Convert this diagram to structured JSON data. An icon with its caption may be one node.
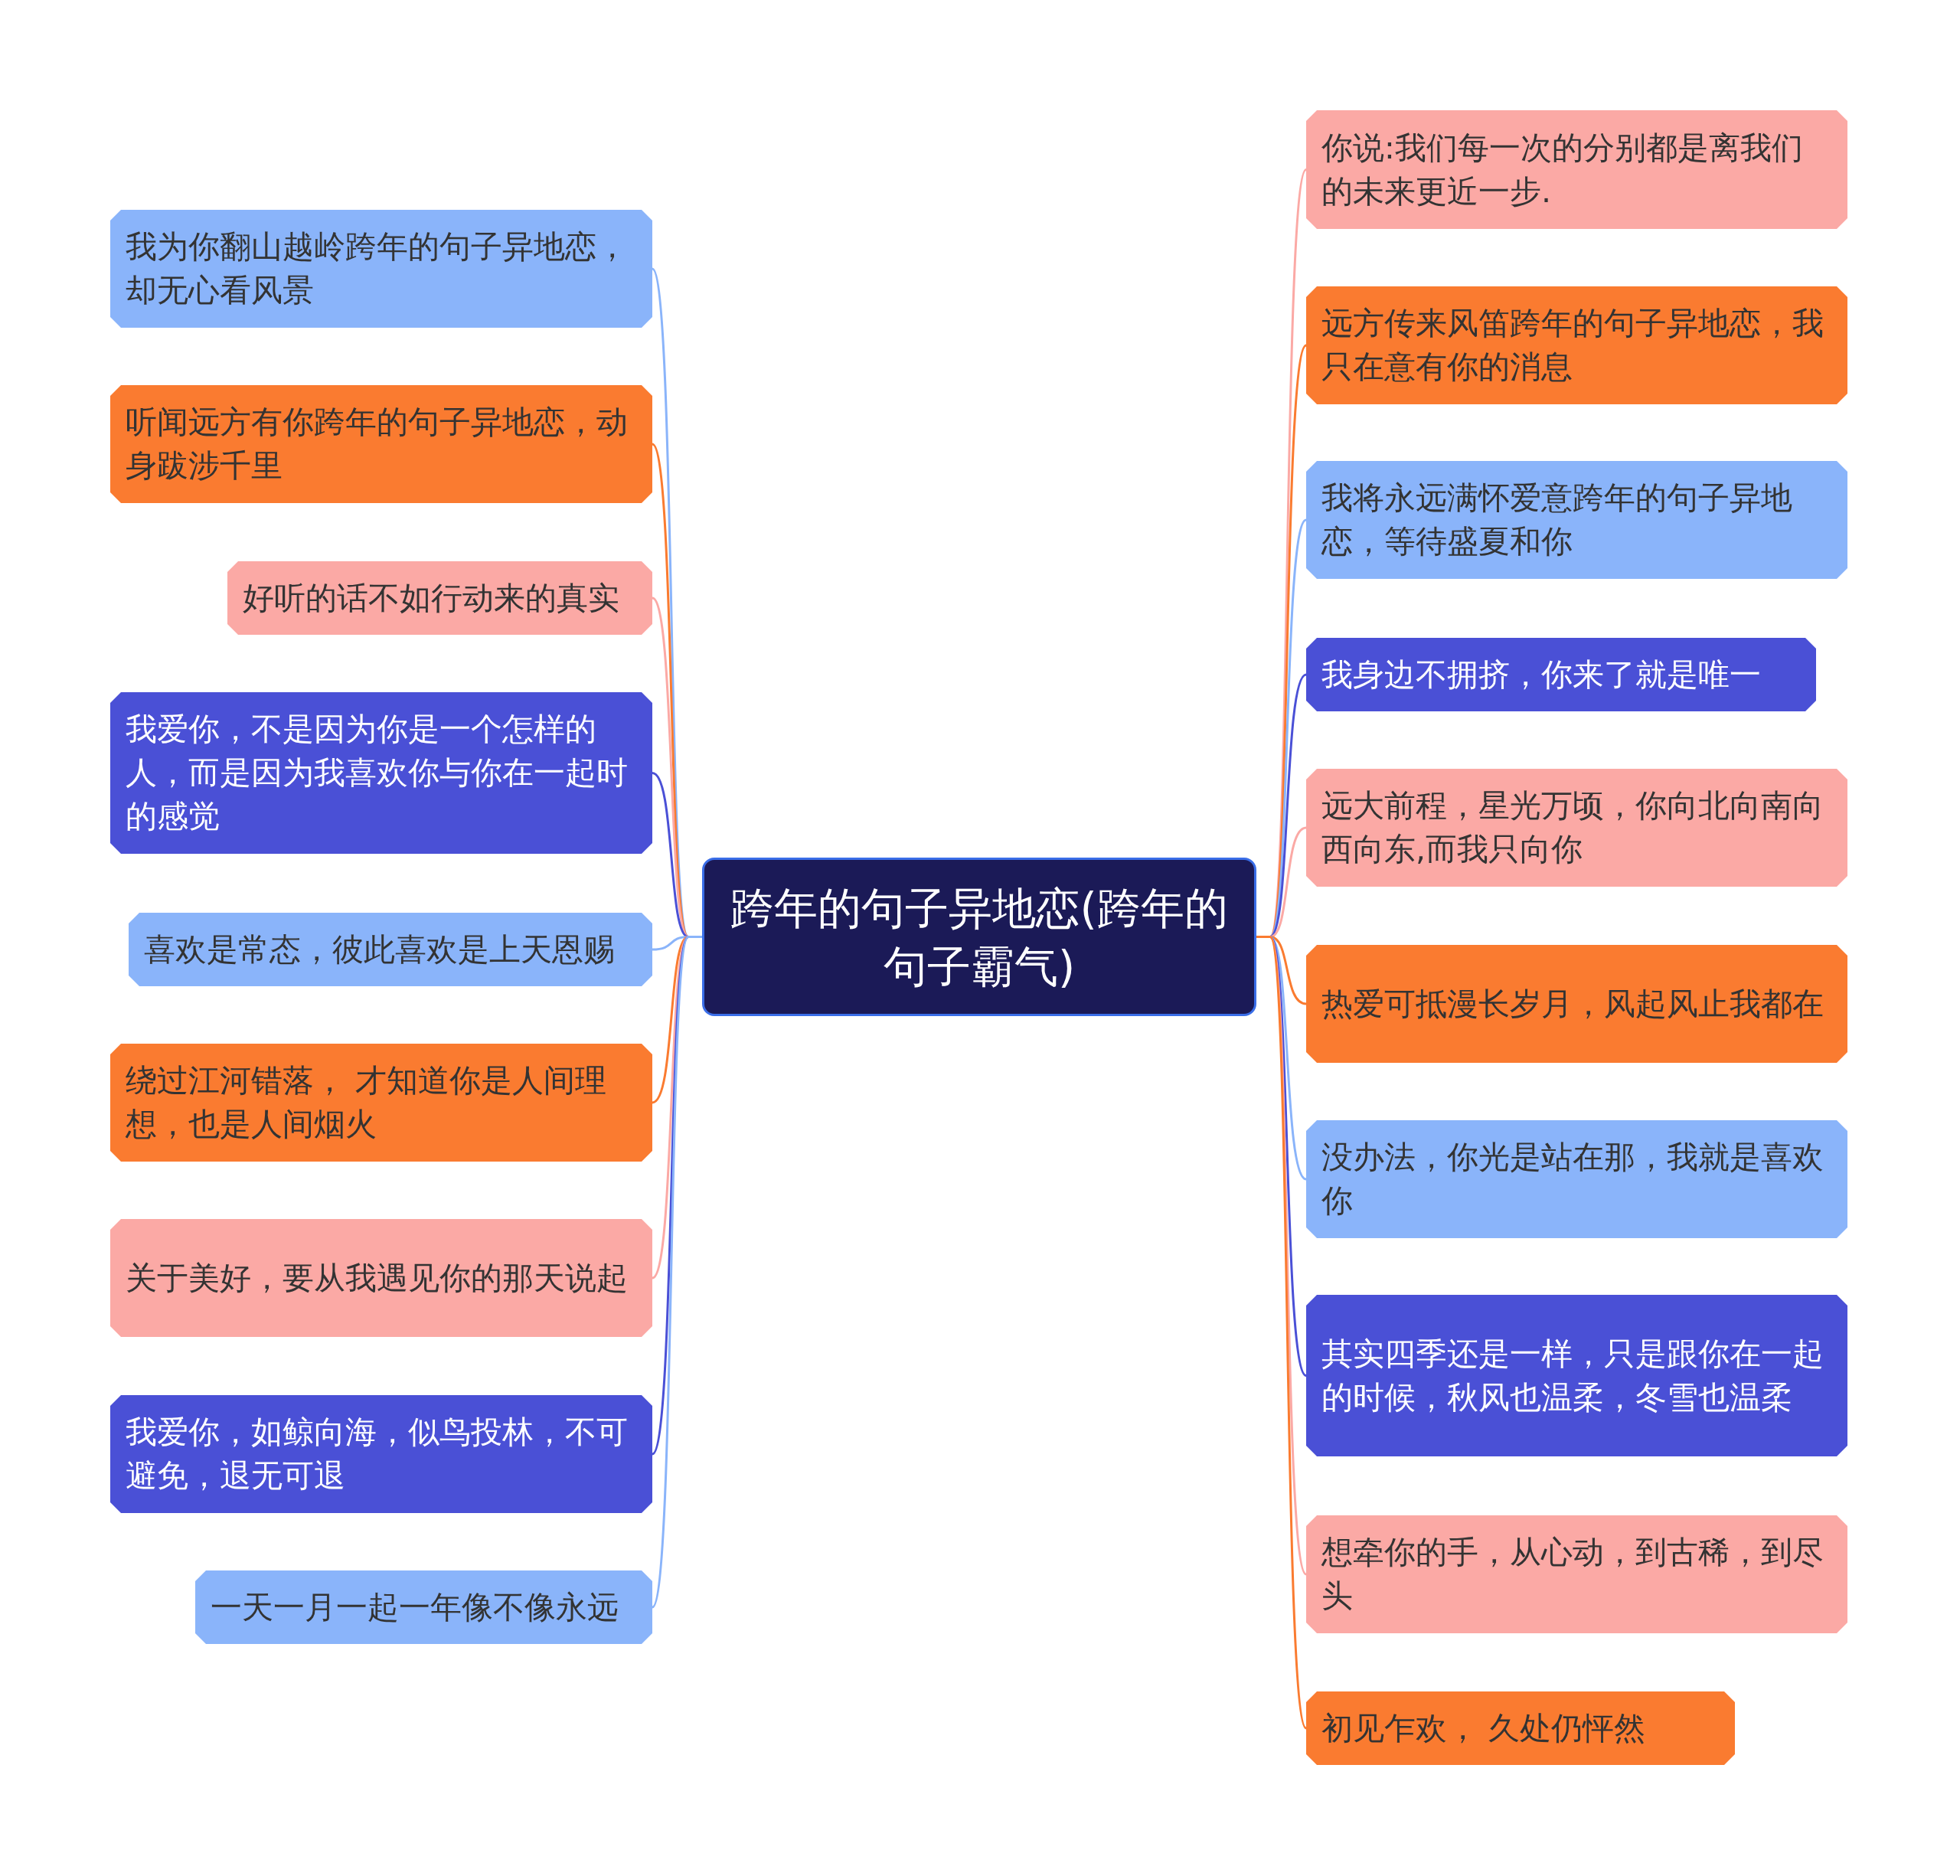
{
  "diagram": {
    "nodes": [
      {
        "text": [
          "跨年的句子异地恋(跨年的句子霸气)"
        ]
      },
      {
        "text": [
          "我为你翻山越岭跨年的句子异地恋，却无心看风景"
        ]
      },
      {
        "text": [
          "听闻远方有你跨年的句子异地恋，动身跋涉千里"
        ]
      },
      {
        "text": [
          "好听的话不如行动来的真实"
        ]
      },
      {
        "text": [
          "我爱你，不是因为你是一个怎样的人，而是因为我喜欢你与你在一起时的感觉"
        ]
      },
      {
        "text": [
          "喜欢是常态，彼此喜欢是上天恩赐"
        ]
      },
      {
        "text": [
          "绕过江河错落， 才知道你是人间理想，也是人间烟火"
        ]
      },
      {
        "text": [
          "关于美好，要从我遇见你的那天说起"
        ]
      },
      {
        "text": [
          "我爱你，如鲸向海，似鸟投林，不可避免，退无可退"
        ]
      },
      {
        "text": [
          "一天一月一起一年像不像永远"
        ]
      },
      {
        "text": [
          "你说:我们每一次的分别都是离我们的未来更近一步."
        ]
      },
      {
        "text": [
          "远方传来风笛跨年的句子异地恋，我只在意有你的消息"
        ]
      },
      {
        "text": [
          "我将永远满怀爱意跨年的句子异地恋，等待盛夏和你"
        ]
      },
      {
        "text": [
          "我身边不拥挤，你来了就是唯一"
        ]
      },
      {
        "text": [
          "远大前程，星光万顷，你向北向南向西向东,而我只向你"
        ]
      },
      {
        "text": [
          "热爱可抵漫长岁月，风起风止我都在"
        ]
      },
      {
        "text": [
          "没办法，你光是站在那，我就是喜欢你"
        ]
      },
      {
        "text": [
          "其实四季还是一样，只是跟你在一起的时候，秋风也温柔，冬雪也温柔"
        ]
      },
      {
        "text": [
          "想牵你的手，从心动，到古稀，到尽头"
        ]
      },
      {
        "text": [
          "初见乍欢， 久处仍怦然"
        ]
      }
    ],
    "edges": [
      {
        "from": 0,
        "to": 1,
        "arrow": "none",
        "color": "#8ab4fa"
      },
      {
        "from": 0,
        "to": 2,
        "arrow": "none",
        "color": "#fa7b30"
      },
      {
        "from": 0,
        "to": 3,
        "arrow": "none",
        "color": "#fba9a5"
      },
      {
        "from": 0,
        "to": 4,
        "arrow": "none",
        "color": "#4a50d6"
      },
      {
        "from": 0,
        "to": 5,
        "arrow": "none",
        "color": "#8ab4fa"
      },
      {
        "from": 0,
        "to": 6,
        "arrow": "none",
        "color": "#fa7b30"
      },
      {
        "from": 0,
        "to": 7,
        "arrow": "none",
        "color": "#fba9a5"
      },
      {
        "from": 0,
        "to": 8,
        "arrow": "none",
        "color": "#4a50d6"
      },
      {
        "from": 0,
        "to": 9,
        "arrow": "none",
        "color": "#8ab4fa"
      },
      {
        "from": 0,
        "to": 10,
        "arrow": "none",
        "color": "#fba9a5"
      },
      {
        "from": 0,
        "to": 11,
        "arrow": "none",
        "color": "#fa7b30"
      },
      {
        "from": 0,
        "to": 12,
        "arrow": "none",
        "color": "#8ab4fa"
      },
      {
        "from": 0,
        "to": 13,
        "arrow": "none",
        "color": "#4a50d6"
      },
      {
        "from": 0,
        "to": 14,
        "arrow": "none",
        "color": "#fba9a5"
      },
      {
        "from": 0,
        "to": 15,
        "arrow": "none",
        "color": "#fa7b30"
      },
      {
        "from": 0,
        "to": 16,
        "arrow": "none",
        "color": "#8ab4fa"
      },
      {
        "from": 0,
        "to": 17,
        "arrow": "none",
        "color": "#4a50d6"
      },
      {
        "from": 0,
        "to": 18,
        "arrow": "none",
        "color": "#fba9a5"
      },
      {
        "from": 0,
        "to": 19,
        "arrow": "none",
        "color": "#fa7b30"
      }
    ]
  }
}
